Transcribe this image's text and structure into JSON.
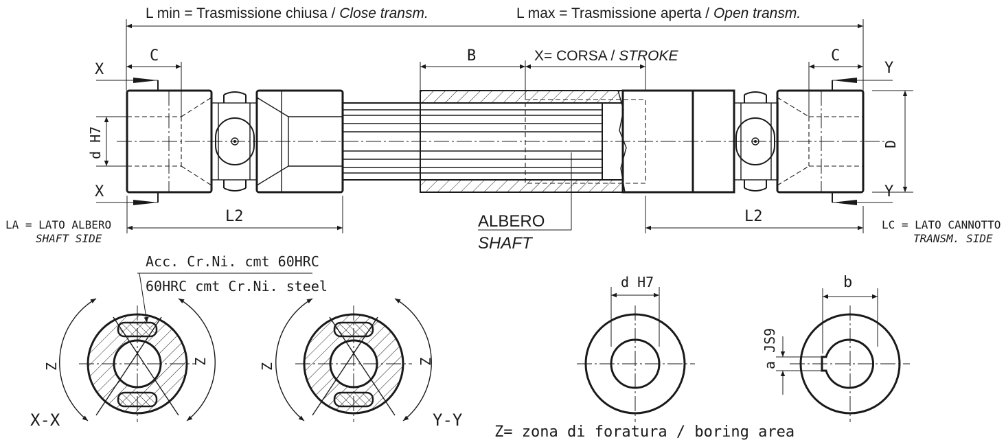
{
  "title_left": {
    "main": "L min = Trasmissione chiusa / ",
    "italic": "Close transm."
  },
  "title_right": {
    "main": "L max = Trasmissione aperta / ",
    "italic": "Open transm."
  },
  "stroke_label": {
    "main": "X= CORSA / ",
    "italic": "STROKE"
  },
  "dims": {
    "c_left": "C",
    "c_right": "C",
    "b": "B",
    "x_top": "X",
    "x_bottom": "X",
    "y_top": "Y",
    "y_bottom": "Y",
    "d_h7": "d H7",
    "d": "D",
    "l2_left": "L2",
    "l2_right": "L2",
    "dh7_section": "d H7",
    "b_small": "b",
    "a_js9": "a JS9"
  },
  "side_left": {
    "line1": "LA = LATO ALBERO",
    "line2": "SHAFT SIDE"
  },
  "side_right": {
    "line1": "LC = LATO CANNOTTO",
    "line2": "TRANSM. SIDE"
  },
  "shaft_label": {
    "it": "ALBERO",
    "en": "SHAFT"
  },
  "material": {
    "line1": "Acc. Cr.Ni. cmt 60HRC",
    "line2": "60HRC cmt Cr.Ni. steel"
  },
  "sections": {
    "xx": "X-X",
    "yy": "Y-Y",
    "z1": "Z",
    "z2": "Z",
    "z3": "Z",
    "z4": "Z"
  },
  "legend": "Z= zona di foratura / boring area"
}
